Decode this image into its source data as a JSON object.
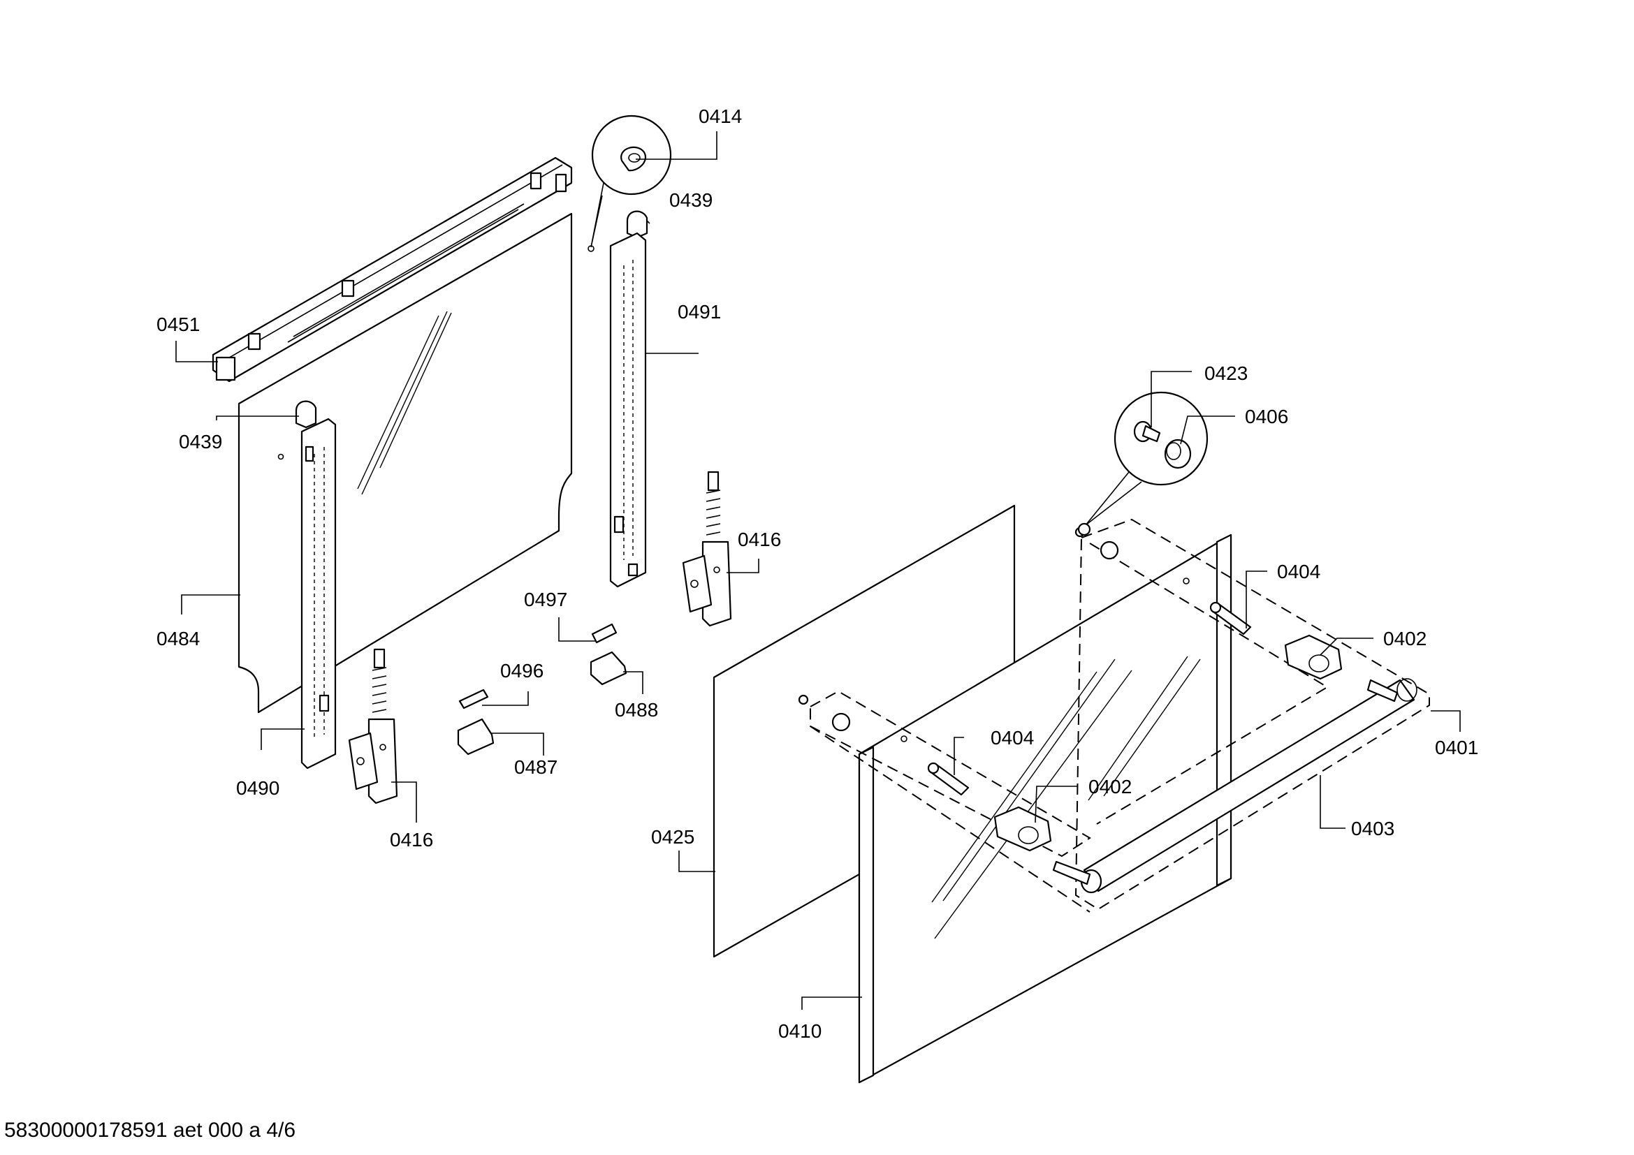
{
  "labels": {
    "p0414": "0414",
    "p0439_top": "0439",
    "p0451": "0451",
    "p0491": "0491",
    "p0439_left": "0439",
    "p0423": "0423",
    "p0406": "0406",
    "p0416_right": "0416",
    "p0404_right": "0404",
    "p0497": "0497",
    "p0484": "0484",
    "p0402_right": "0402",
    "p0496": "0496",
    "p0488": "0488",
    "p0401": "0401",
    "p0404_mid": "0404",
    "p0487": "0487",
    "p0490": "0490",
    "p0402_mid": "0402",
    "p0403": "0403",
    "p0416_left": "0416",
    "p0425": "0425",
    "p0410": "0410"
  },
  "footer": "58300000178591 aet 000 a 4/6"
}
